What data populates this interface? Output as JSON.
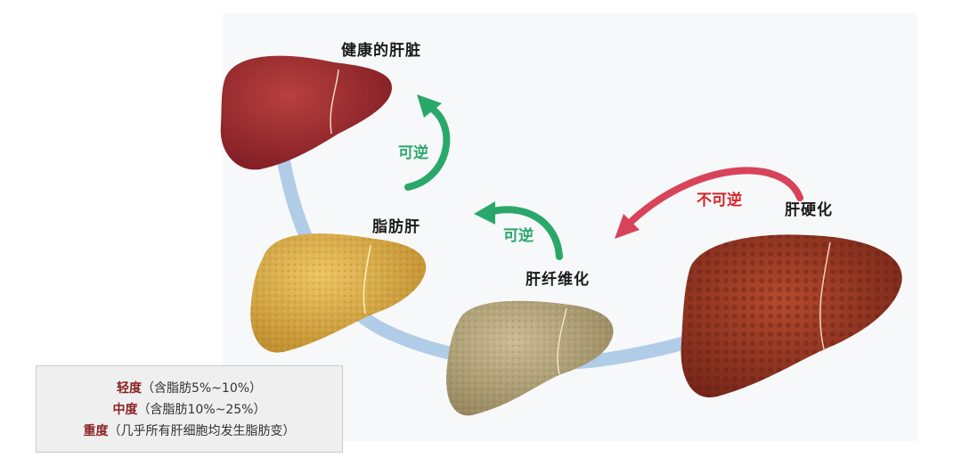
{
  "stages": {
    "healthy": "健康的肝脏",
    "fatty": "脂肪肝",
    "fibrosis": "肝纤维化",
    "cirrhosis": "肝硬化"
  },
  "arrows": {
    "reversible_upper": "可逆",
    "reversible_lower": "可逆",
    "irreversible": "不可逆"
  },
  "colors": {
    "reversible": "#2aa86b",
    "irreversible": "#d8435a",
    "path": "#a9c6e4",
    "healthy": "#9c2a2e",
    "fatty": "#d9ad43",
    "fibrosis": "#b2a27a",
    "cirrhosis": "#8e3322",
    "degree": "#8a2323"
  },
  "legend": {
    "rows": [
      {
        "degree": "轻度",
        "detail": "（含脂肪5%~10%）"
      },
      {
        "degree": "中度",
        "detail": "（含脂肪10%~25%）"
      },
      {
        "degree": "重度",
        "detail": "（几乎所有肝细胞均发生脂肪变）"
      }
    ]
  }
}
